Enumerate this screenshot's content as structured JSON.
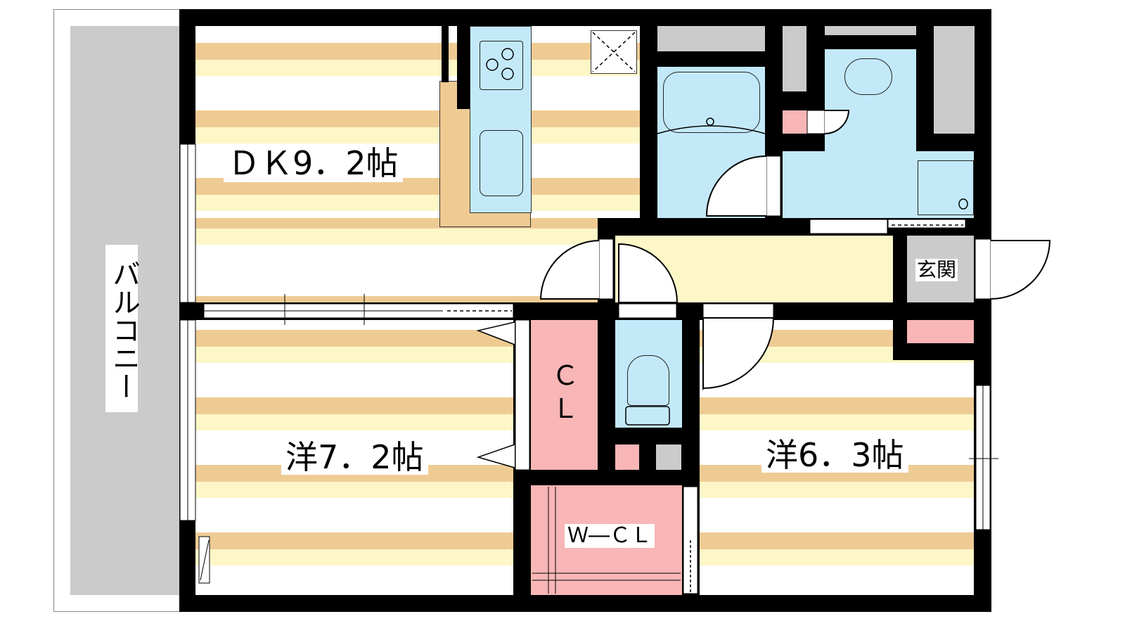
{
  "rooms": {
    "dk": "ＤＫ9．2帖",
    "western1": "洋7．2帖",
    "western2": "洋6．3帖",
    "closet_line1": "Ｃ",
    "closet_line2": "Ｌ",
    "walk_in_closet": "Ｗ―ＣＬ",
    "entrance": "玄関",
    "balcony": "バルコニー"
  },
  "colors": {
    "wall": "#000000",
    "floor_tan": "#efcb94",
    "floor_yellow": "#fdf7c8",
    "wet_area": "#c3e9f9",
    "storage": "#f8b6b6",
    "balcony": "#cbcbcb"
  }
}
